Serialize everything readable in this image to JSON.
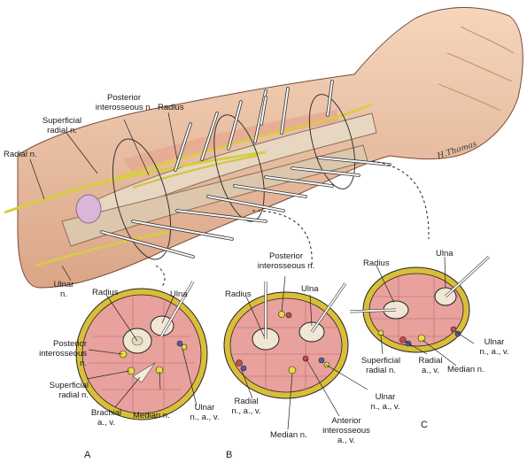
{
  "labels": {
    "arm": {
      "radial_n": "Radial n.",
      "superficial_radial_n_1": "Superficial",
      "superficial_radial_n_2": "radial n.",
      "posterior_interosseous_1": "Posterior",
      "posterior_interosseous_2": "interosseous n.",
      "radius": "Radius",
      "ulnar_n_1": "Ulnar",
      "ulnar_n_2": "n."
    },
    "section_a": {
      "radius": "Radius",
      "ulna": "Ulna",
      "posterior_interosseous_1": "Posterior",
      "posterior_interosseous_2": "interosseous",
      "posterior_interosseous_3": "n.",
      "superficial_radial_1": "Superficial",
      "superficial_radial_2": "radial n.",
      "brachial_1": "Brachial",
      "brachial_2": "a., v.",
      "median_n": "Median n.",
      "ulnar_1": "Ulnar",
      "ulnar_2": "n., a., v."
    },
    "section_b": {
      "posterior_interosseous_1": "Posterior",
      "posterior_interosseous_2": "interosseous n.",
      "radius": "Radius",
      "ulna": "Ulna",
      "radial_1": "Radial",
      "radial_2": "n., a., v.",
      "median_n": "Median n.",
      "anterior_interosseous_1": "Anterior",
      "anterior_interosseous_2": "interosseous",
      "anterior_interosseous_3": "a., v.",
      "ulnar_1": "Ulnar",
      "ulnar_2": "n., a., v."
    },
    "section_c": {
      "radius": "Radius",
      "ulna": "Ulna",
      "superficial_radial_1": "Superficial",
      "superficial_radial_2": "radial n.",
      "radial_1": "Radial",
      "radial_2": "a., v.",
      "median_n": "Median n.",
      "ulnar_1": "Ulnar",
      "ulnar_2": "n., a., v."
    },
    "panels": {
      "a": "A",
      "b": "B",
      "c": "C"
    },
    "signature": "H.Thomas"
  },
  "colors": {
    "skin": "#f2cdb0",
    "skin_shadow": "#d9a384",
    "bone": "#e7d7c2",
    "muscle": "#e9a2a0",
    "fat": "#e6c84a",
    "nerve": "#e3d94a",
    "artery": "#c8484c",
    "vein": "#5a5aa8",
    "pin": "#ffffff",
    "outline": "#1a1a1a"
  }
}
